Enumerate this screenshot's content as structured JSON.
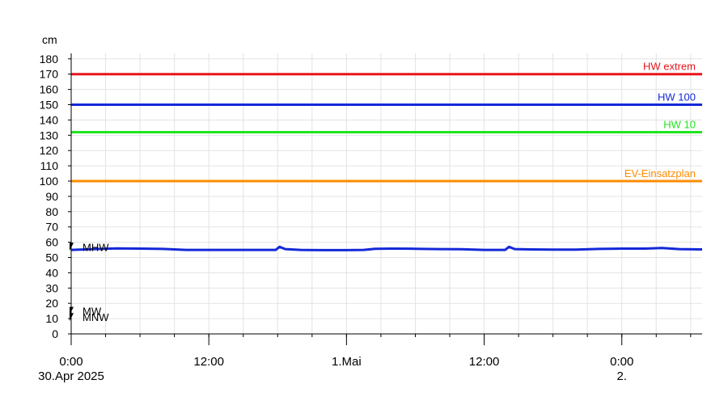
{
  "chart_data": {
    "type": "line",
    "ylabel": "cm",
    "ylim": [
      0,
      185
    ],
    "y_ticks": [
      0,
      10,
      20,
      30,
      40,
      50,
      60,
      70,
      80,
      90,
      100,
      110,
      120,
      130,
      140,
      150,
      160,
      170,
      180
    ],
    "xlim": [
      "2025-04-30 00:00",
      "2025-05-02 07:00"
    ],
    "x_ticks": [
      {
        "t": "2025-04-30 00:00",
        "label": "0:00",
        "sublabel": "30.Apr 2025"
      },
      {
        "t": "2025-04-30 12:00",
        "label": "12:00",
        "sublabel": ""
      },
      {
        "t": "2025-05-01 00:00",
        "label": "1.Mai",
        "sublabel": ""
      },
      {
        "t": "2025-05-01 12:00",
        "label": "12:00",
        "sublabel": ""
      },
      {
        "t": "2025-05-02 00:00",
        "label": "0:00",
        "sublabel": "2."
      }
    ],
    "grid": true,
    "thresholds": [
      {
        "label": "HW extrem",
        "value": 170,
        "color": "#e8141b"
      },
      {
        "label": "HW 100",
        "value": 150,
        "color": "#1428d8"
      },
      {
        "label": "HW 10",
        "value": 132,
        "color": "#1ee61e"
      },
      {
        "label": "EV-Einsatzplan",
        "value": 100,
        "color": "#ff8c00"
      }
    ],
    "reference_marks": [
      {
        "label": "MHW",
        "value": 57
      },
      {
        "label": "MW",
        "value": 15
      },
      {
        "label": "MNW",
        "value": 11
      }
    ],
    "series": [
      {
        "color": "#1428d8",
        "points": [
          [
            "2025-04-30 00:00",
            55
          ],
          [
            "2025-04-30 02:00",
            55.5
          ],
          [
            "2025-04-30 04:00",
            56
          ],
          [
            "2025-04-30 06:00",
            55.8
          ],
          [
            "2025-04-30 08:00",
            55.6
          ],
          [
            "2025-04-30 10:00",
            55
          ],
          [
            "2025-04-30 12:00",
            55
          ],
          [
            "2025-04-30 14:00",
            55
          ],
          [
            "2025-04-30 16:00",
            55
          ],
          [
            "2025-04-30 17:50",
            55
          ],
          [
            "2025-04-30 18:10",
            57
          ],
          [
            "2025-04-30 18:40",
            55.5
          ],
          [
            "2025-04-30 20:00",
            55
          ],
          [
            "2025-04-30 22:00",
            54.8
          ],
          [
            "2025-05-01 00:00",
            54.8
          ],
          [
            "2025-05-01 01:30",
            55
          ],
          [
            "2025-05-01 02:30",
            55.7
          ],
          [
            "2025-05-01 04:00",
            55.8
          ],
          [
            "2025-05-01 06:00",
            55.7
          ],
          [
            "2025-05-01 08:00",
            55.5
          ],
          [
            "2025-05-01 10:00",
            55.4
          ],
          [
            "2025-05-01 12:00",
            55
          ],
          [
            "2025-05-01 13:50",
            55
          ],
          [
            "2025-05-01 14:10",
            57
          ],
          [
            "2025-05-01 14:40",
            55.5
          ],
          [
            "2025-05-01 16:00",
            55.3
          ],
          [
            "2025-05-01 18:00",
            55.2
          ],
          [
            "2025-05-01 20:00",
            55.2
          ],
          [
            "2025-05-01 22:00",
            55.6
          ],
          [
            "2025-05-02 00:00",
            55.8
          ],
          [
            "2025-05-02 02:00",
            55.8
          ],
          [
            "2025-05-02 03:30",
            56.2
          ],
          [
            "2025-05-02 05:00",
            55.5
          ],
          [
            "2025-05-02 07:00",
            55.3
          ]
        ]
      }
    ]
  }
}
